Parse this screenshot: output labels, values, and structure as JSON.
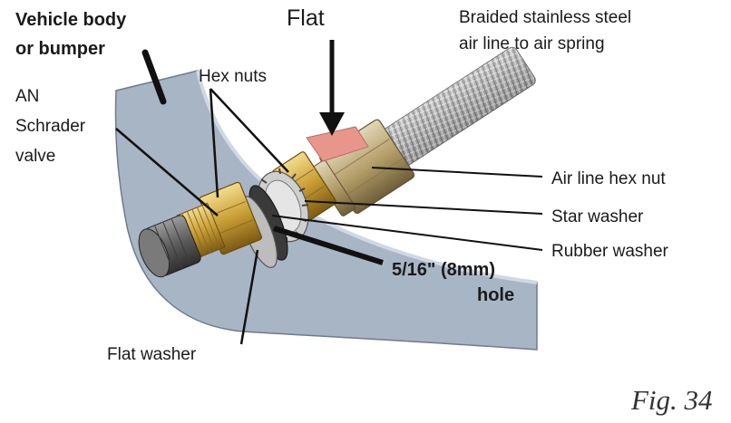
{
  "labels": {
    "vehicle_body": [
      "Vehicle body",
      "or bumper"
    ],
    "flat": "Flat",
    "braided_line": [
      "Braided stainless steel",
      "air line to air spring"
    ],
    "hex_nuts": "Hex nuts",
    "schrader": [
      "AN",
      "Schrader",
      "valve"
    ],
    "air_line_hex_nut": "Air line hex nut",
    "star_washer": "Star washer",
    "rubber_washer": "Rubber washer",
    "hole": [
      "5/16\" (8mm)",
      "hole"
    ],
    "flat_washer": "Flat washer",
    "figure": "Fig. 34"
  },
  "colors": {
    "body_panel": "#a9b6c6",
    "brass": "#c9a444",
    "flat_marker": "#e8948a",
    "steel_braid": "#9a9a9a",
    "valve_cap": "#6a6a6a"
  }
}
